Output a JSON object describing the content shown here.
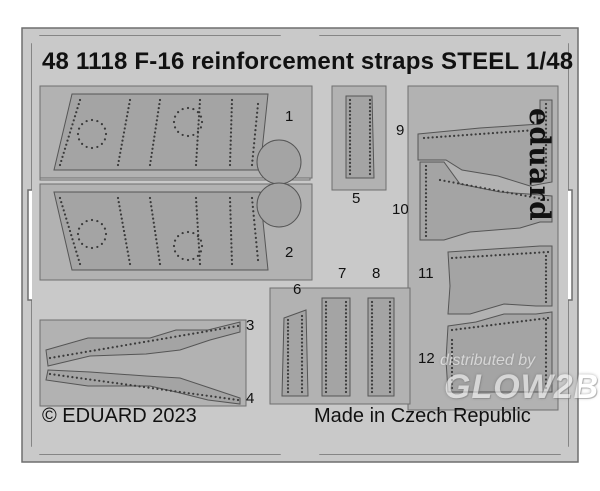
{
  "title": "48 1118 F-16 reinforcement straps STEEL 1/48",
  "brand": "eduard",
  "copyright": "© EDUARD 2023",
  "origin": "Made in Czech Republic",
  "part_numbers": [
    "1",
    "2",
    "3",
    "4",
    "5",
    "6",
    "7",
    "8",
    "9",
    "10",
    "11",
    "12"
  ],
  "watermark": {
    "line1": "distributed by",
    "line2": "GLOW2B"
  },
  "colors": {
    "sheet": "#c9c9c9",
    "parts": "#a4a4a4",
    "edge": "#6f6f6f",
    "holes": "#3a3a3a"
  }
}
